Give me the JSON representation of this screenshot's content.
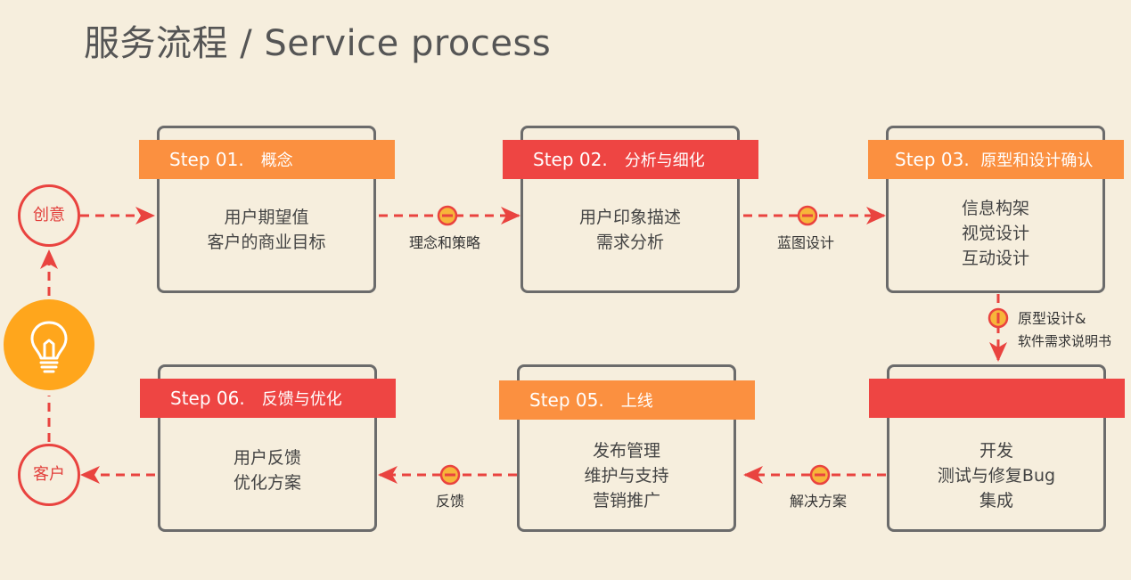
{
  "title": "服务流程 / Service process",
  "nodes": {
    "start": "创意",
    "end": "客户"
  },
  "steps": [
    {
      "step": "Step 01.",
      "name": "概念",
      "lines": [
        "用户期望值",
        "客户的商业目标"
      ]
    },
    {
      "step": "Step 02.",
      "name": "分析与细化",
      "lines": [
        "用户印象描述",
        "需求分析"
      ]
    },
    {
      "step": "Step 03.",
      "name": "原型和设计确认",
      "lines": [
        "信息构架",
        "视觉设计",
        "互动设计"
      ]
    },
    {
      "step": "",
      "name": "",
      "lines": [
        "开发",
        "测试与修复Bug",
        "集成"
      ]
    },
    {
      "step": "Step 05.",
      "name": "上线",
      "lines": [
        "发布管理",
        "维护与支持",
        "营销推广"
      ]
    },
    {
      "step": "Step 06.",
      "name": "反馈与优化",
      "lines": [
        "用户反馈",
        "优化方案"
      ]
    }
  ],
  "connectors": {
    "c12": "理念和策略",
    "c23": "蓝图设计",
    "c34_line1": "原型设计&",
    "c34_line2": "软件需求说明书",
    "c45": "解决方案",
    "c56": "反馈"
  },
  "colors": {
    "orange": "#fb9040",
    "red": "#ee4543",
    "arrow": "#e9433f",
    "bulb": "#ffa61c"
  },
  "icons": {
    "bulb": "lightbulb-icon"
  }
}
